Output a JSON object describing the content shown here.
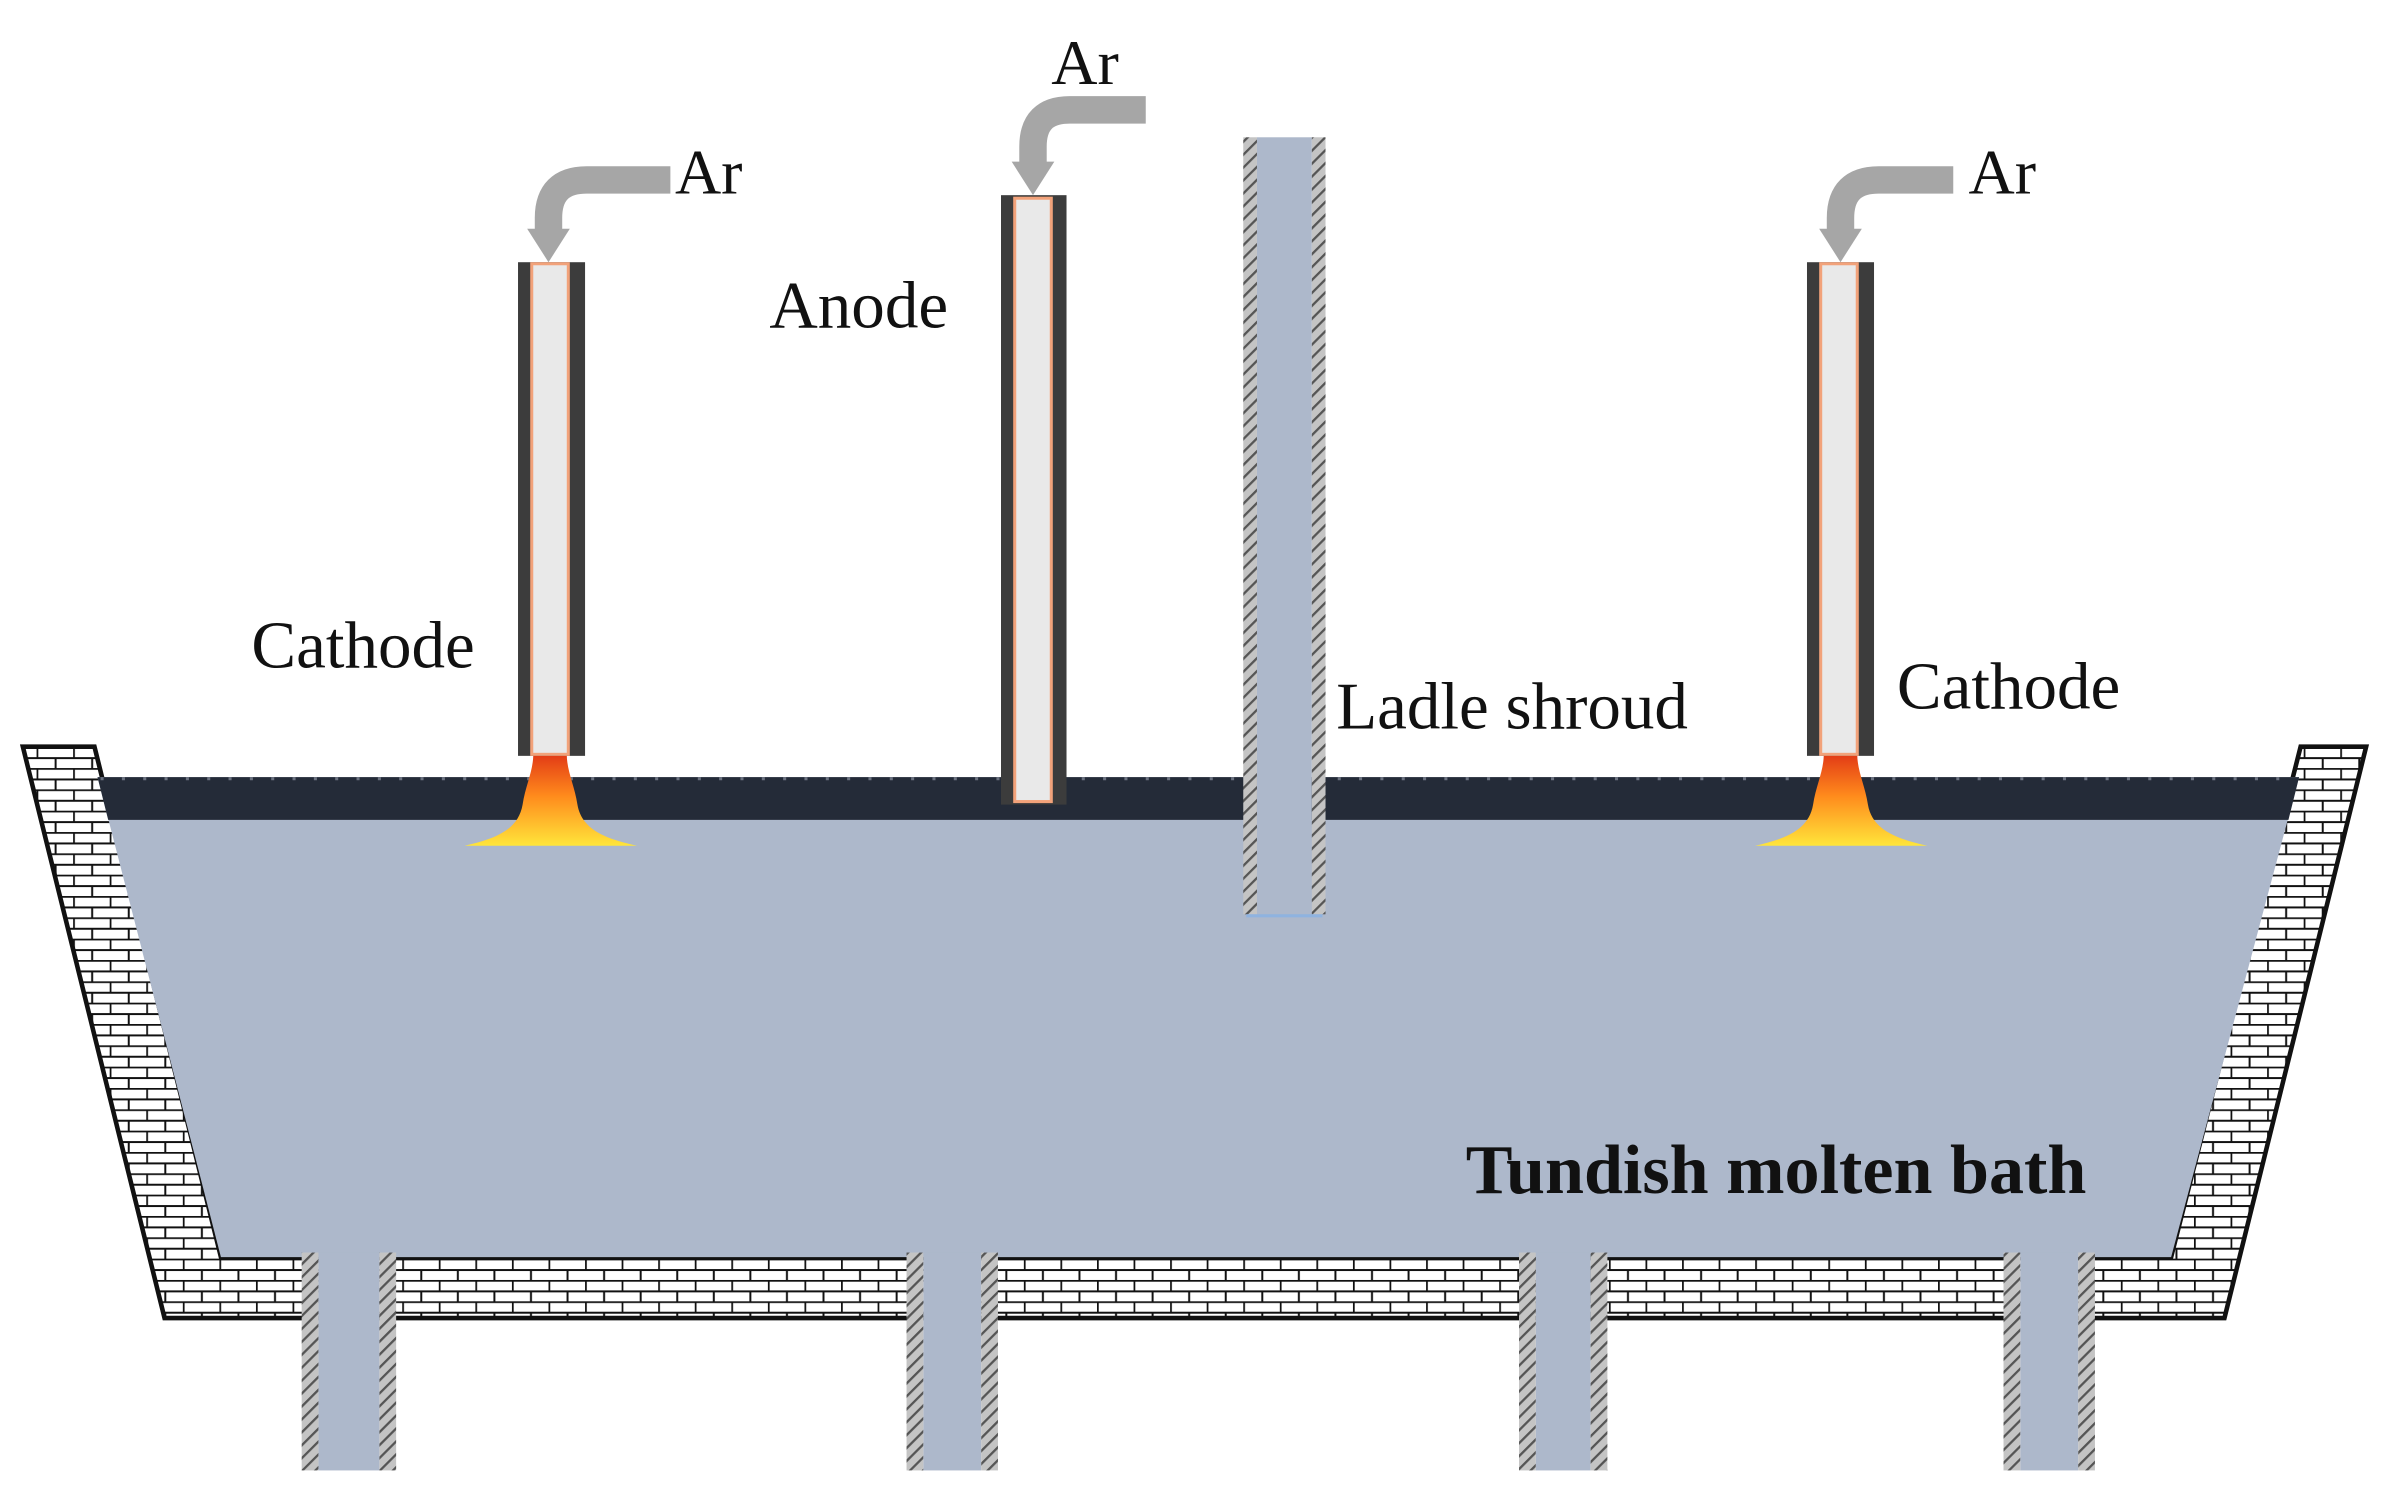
{
  "labels": {
    "ar_left": "Ar",
    "ar_center": "Ar",
    "ar_right": "Ar",
    "anode": "Anode",
    "cathode_left": "Cathode",
    "cathode_right": "Cathode",
    "ladle_shroud": "Ladle shroud",
    "bath": "Tundish molten bath"
  },
  "colors": {
    "bath": "#adb8cb",
    "slag": "#242b38",
    "electrode_shell": "#3c3c3c",
    "electrode_core": "#e9e9e9",
    "electrode_core_outline": "#f2a27a",
    "argon_pipe": "#a6a6a6",
    "brick": "#ffffff",
    "refractory_hatch_bg": "#c4c4c4",
    "refractory_hatch_line": "#555555"
  }
}
